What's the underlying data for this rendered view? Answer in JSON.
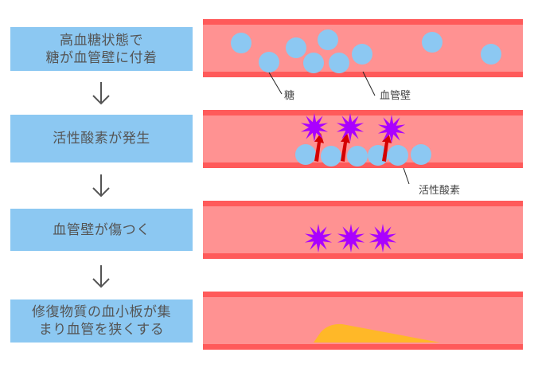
{
  "steps": [
    {
      "lines": [
        "高血糖状態で",
        "糖が血管壁に付着"
      ]
    },
    {
      "lines": [
        "活性酸素が発生"
      ]
    },
    {
      "lines": [
        "血管壁が傷つく"
      ]
    },
    {
      "lines": [
        "修復物質の血小板が集",
        "まり血管を狭くする"
      ]
    }
  ],
  "labels": {
    "sugar": "糖",
    "vessel_wall": "血管壁",
    "active_oxygen": "活性酸素"
  },
  "colors": {
    "box": "#8cc8f2",
    "box_text": "#555555",
    "wall": "#ff5a5a",
    "lumen": "#ff9292",
    "sugar": "#8cc8f2",
    "oxygen": "#aa00ff",
    "arrow_red": "#d40000",
    "platelet": "#ffb828",
    "arrow_gray": "#555555"
  },
  "icons": {
    "flow_arrow": "down-arrow-icon",
    "sugar": "circle",
    "active_oxygen": "starburst-icon"
  }
}
